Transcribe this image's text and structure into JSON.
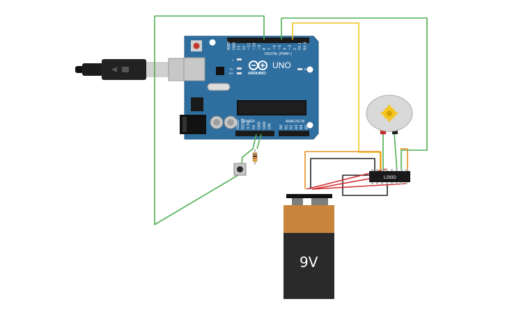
{
  "board": {
    "brand": "ARDUINO",
    "model": "UNO",
    "digital_header": "DIGITAL (PWM~)",
    "power_header": "POWER",
    "analog_header": "ANALOG IN",
    "on_label": "ON",
    "l_label": "L",
    "tx_label": "TX",
    "rx_label": "RX",
    "digital_pins": [
      "AREF",
      "GND",
      "13",
      "12",
      "~11",
      "~10",
      "~9",
      "8",
      "7",
      "~6",
      "~5",
      "4",
      "~3",
      "2",
      "TX 1",
      "RX 0"
    ],
    "power_pins": [
      "IOREF",
      "RESET",
      "3.3V",
      "5V",
      "GND",
      "GND",
      "VIN"
    ],
    "analog_pins": [
      "A0",
      "A1",
      "A2",
      "A3",
      "A4",
      "A5"
    ]
  },
  "driver": {
    "label": "L293D"
  },
  "battery": {
    "label": "9V"
  },
  "colors": {
    "board": "#2f6fa0",
    "wire_green": "#4caf50",
    "wire_yellow": "#f0c419",
    "wire_orange": "#e8901e",
    "wire_red": "#d32f2f",
    "wire_black": "#222222",
    "battery_top": "#c9853c",
    "battery_body": "#2a2a2a"
  }
}
